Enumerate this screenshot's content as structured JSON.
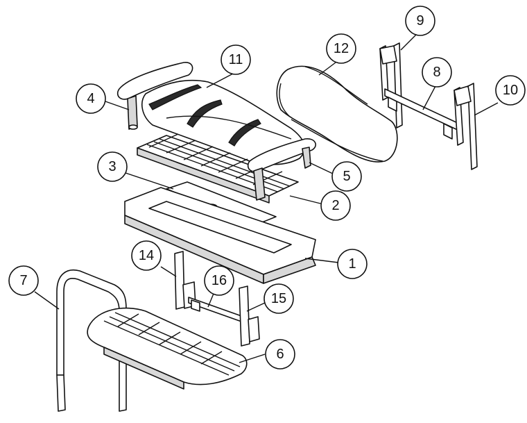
{
  "diagram": {
    "type": "exploded-parts-diagram",
    "callouts": [
      {
        "id": "c1",
        "label": "1"
      },
      {
        "id": "c2",
        "label": "2"
      },
      {
        "id": "c3",
        "label": "3"
      },
      {
        "id": "c4",
        "label": "4"
      },
      {
        "id": "c5",
        "label": "5"
      },
      {
        "id": "c6",
        "label": "6"
      },
      {
        "id": "c7",
        "label": "7"
      },
      {
        "id": "c8",
        "label": "8"
      },
      {
        "id": "c9",
        "label": "9"
      },
      {
        "id": "c10",
        "label": "10"
      },
      {
        "id": "c11",
        "label": "11"
      },
      {
        "id": "c12",
        "label": "12"
      },
      {
        "id": "c14",
        "label": "14"
      },
      {
        "id": "c15",
        "label": "15"
      },
      {
        "id": "c16",
        "label": "16"
      }
    ]
  }
}
